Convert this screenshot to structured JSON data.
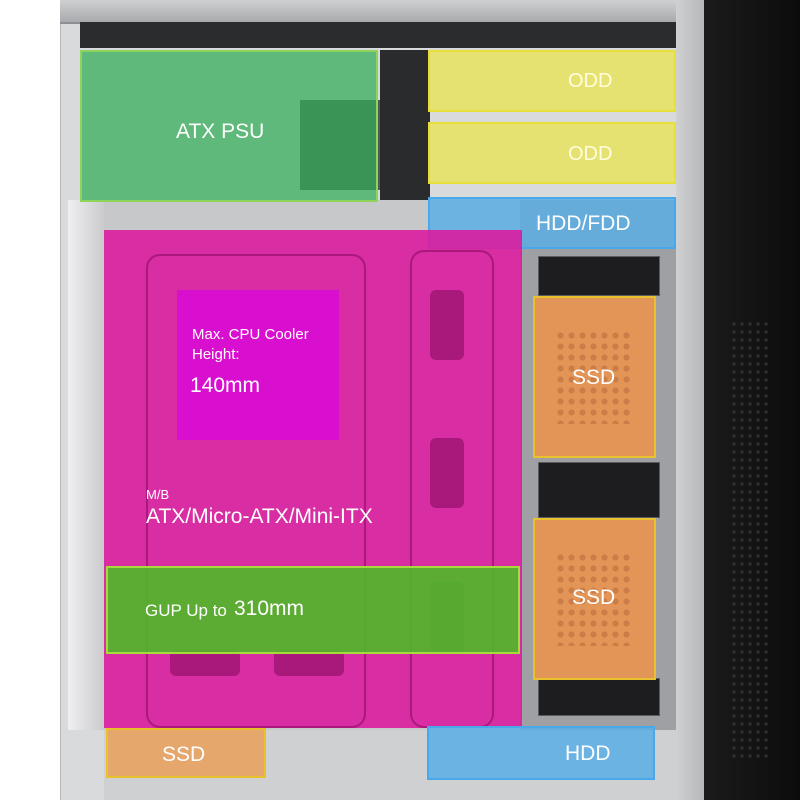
{
  "image": {
    "background": "#ffffff",
    "colors": {
      "psu": "#2eac54",
      "odd": "#e9e456",
      "hdd": "#58aee6",
      "motherboard": "#da1ca0",
      "cpu_cooler": "#d90fcf",
      "gpu": "#4eba28",
      "ssd": "#e89450"
    }
  },
  "zones": {
    "psu": {
      "label": "ATX PSU"
    },
    "odd_1": {
      "label": "ODD"
    },
    "odd_2": {
      "label": "ODD"
    },
    "hdd_fdd": {
      "label": "HDD/FDD"
    },
    "cpu_cooler": {
      "line1": "Max. CPU Cooler",
      "line2": "Height:",
      "value": "140mm"
    },
    "motherboard": {
      "heading": "M/B",
      "formats": "ATX/Micro-ATX/Mini-ITX"
    },
    "gpu": {
      "prefix": "GUP Up to",
      "value": "310mm"
    },
    "ssd_1": {
      "label": "SSD"
    },
    "ssd_2": {
      "label": "SSD"
    },
    "ssd_bottom": {
      "label": "SSD"
    },
    "hdd_bottom": {
      "label": "HDD"
    }
  }
}
